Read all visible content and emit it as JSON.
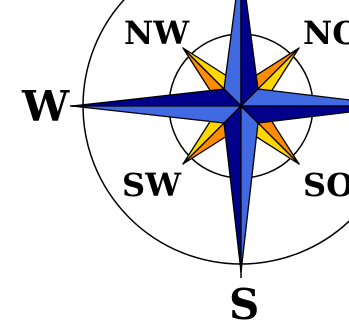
{
  "compass": {
    "labels": {
      "north_west": "NW",
      "north_east": "NO",
      "west": "W",
      "south_west": "SW",
      "south_east": "SO",
      "south": "S"
    },
    "colors": {
      "background": "#ffffff",
      "outline": "#000000",
      "main_point_dark": "#00008b",
      "main_point_light": "#4169e1",
      "intercardinal_orange": "#ff8c00",
      "intercardinal_gold": "#ffd700"
    }
  }
}
